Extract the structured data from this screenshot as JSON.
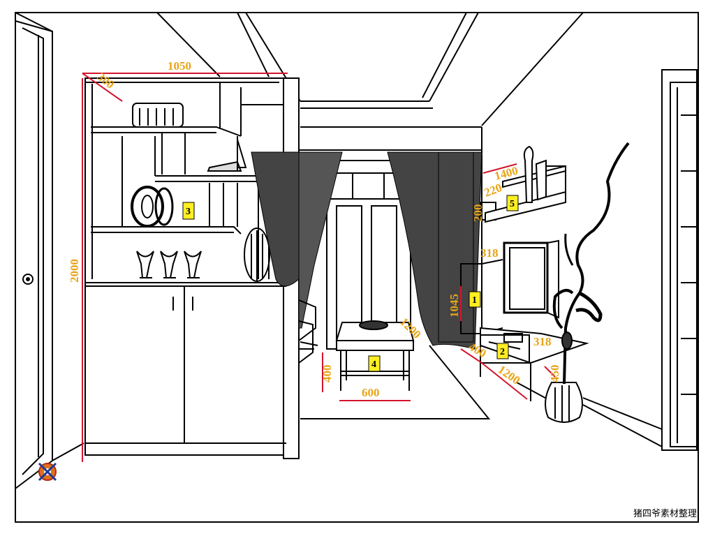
{
  "colors": {
    "line": "#000000",
    "dimension_text": "#e8a418",
    "dimension_line": "#d4142c",
    "tag_fill": "#ffee22"
  },
  "dimensions": {
    "cabinet_width": "1050",
    "cabinet_depth": "300",
    "cabinet_height": "2000",
    "tv_wall_width": "1400",
    "shelf_depth": "220",
    "shelf_height": "200",
    "tv_panel_depth": "318",
    "tv_panel_height": "1045",
    "tv_cabinet_small": "1200",
    "tv_cabinet_depth": "400",
    "tv_cabinet_length": "1200",
    "tv_cabinet_side": "318",
    "tv_cabinet_height": "450",
    "table_height": "400",
    "table_width": "600"
  },
  "tags": [
    "1",
    "2",
    "3",
    "4",
    "5"
  ],
  "watermark": "猪四爷素材整理",
  "icons": [
    "door-knob-icon",
    "logo-icon"
  ]
}
